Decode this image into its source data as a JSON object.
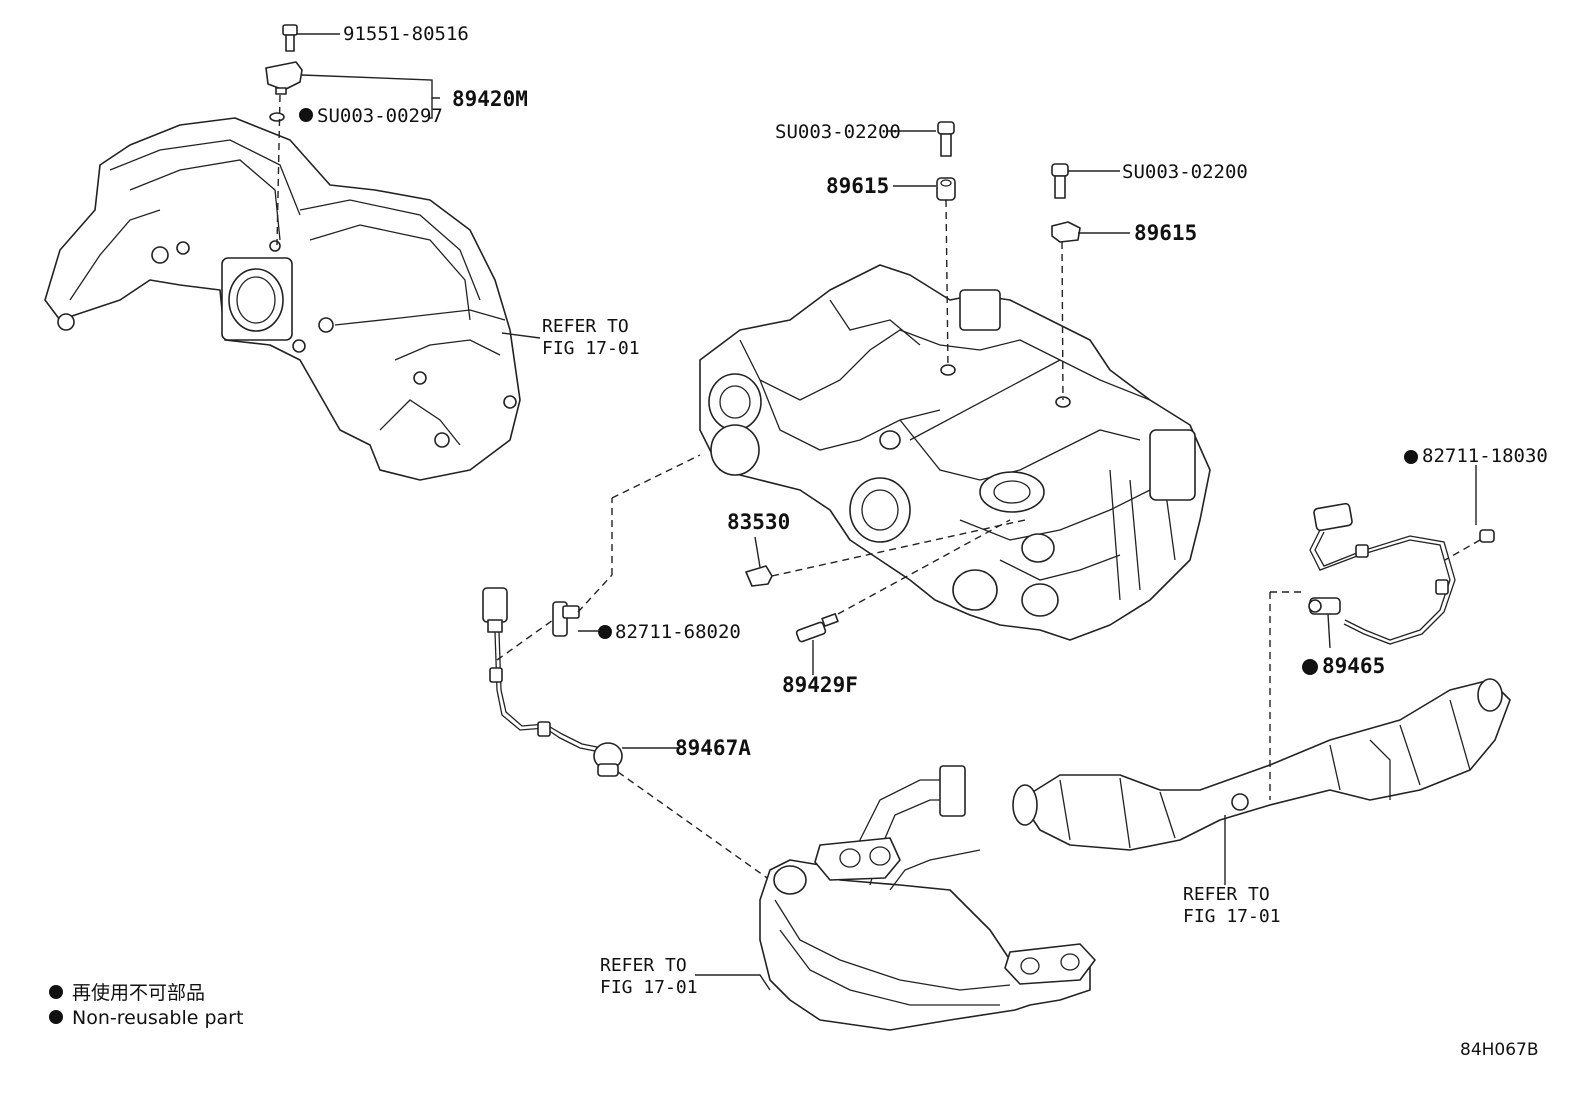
{
  "callouts": {
    "bolt_top": "91551-80516",
    "map_sensor": "89420M",
    "gasket_top": "SU003-00297",
    "bolt_left": "SU003-02200",
    "knock_left": "89615",
    "bolt_right": "SU003-02200",
    "knock_right": "89615",
    "ref_intake_1": "REFER TO",
    "ref_intake_2": "FIG 17-01",
    "oil_pressure": "83530",
    "cam_sensor": "82711-68020",
    "temp_sensor": "89429F",
    "o2_front": "89467A",
    "o2_rear_clip": "82711-18030",
    "o2_rear": "89465",
    "ref_exhaust_1": "REFER TO",
    "ref_exhaust_2": "FIG 17-01",
    "ref_cat_1": "REFER TO",
    "ref_cat_2": "FIG 17-01"
  },
  "legend": {
    "jp": "再使用不可部品",
    "en": "Non-reusable part"
  },
  "diagram_code": "84H067B"
}
